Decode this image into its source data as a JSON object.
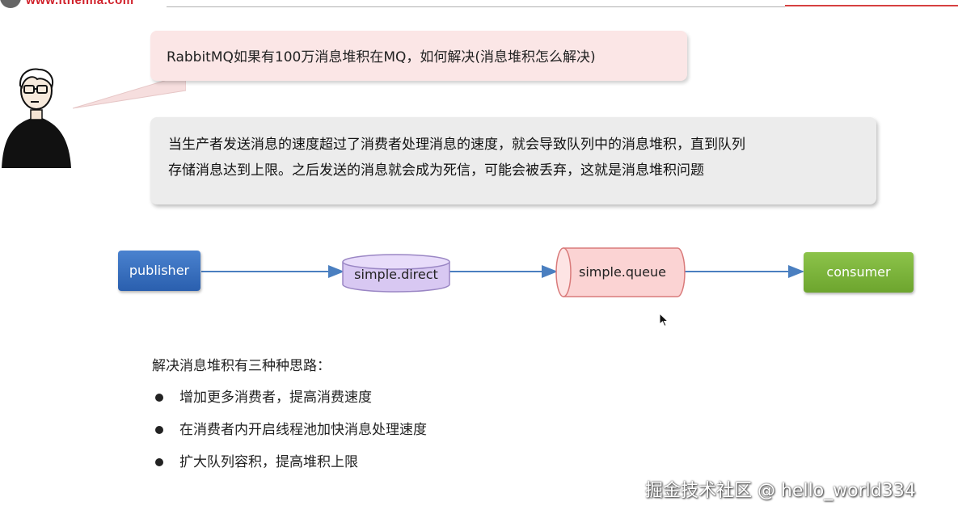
{
  "header": {
    "logo_text": "www.itheima.com"
  },
  "question": {
    "text": "RabbitMQ如果有100万消息堆积在MQ，如何解决(消息堆积怎么解决)"
  },
  "answer": {
    "line1": "当生产者发送消息的速度超过了消费者处理消息的速度，就会导致队列中的消息堆积，直到队列",
    "line2": "存储消息达到上限。之后发送的消息就会成为死信，可能会被丢弃，这就是消息堆积问题"
  },
  "diagram": {
    "publisher": "publisher",
    "exchange": "simple.direct",
    "queue": "simple.queue",
    "consumer": "consumer"
  },
  "solutions": {
    "title": "解决消息堆积有三种种思路：",
    "items": [
      "增加更多消费者，提高消费速度",
      "在消费者内开启线程池加快消息处理速度",
      "扩大队列容积，提高堆积上限"
    ]
  },
  "watermark": "掘金技术社区 @ hello_world334",
  "colors": {
    "publisher": "#3a6fbf",
    "exchange": "#d7c6f0",
    "queue": "#fbd0d0",
    "consumer": "#7db53c",
    "arrow": "#4a7fc0"
  }
}
